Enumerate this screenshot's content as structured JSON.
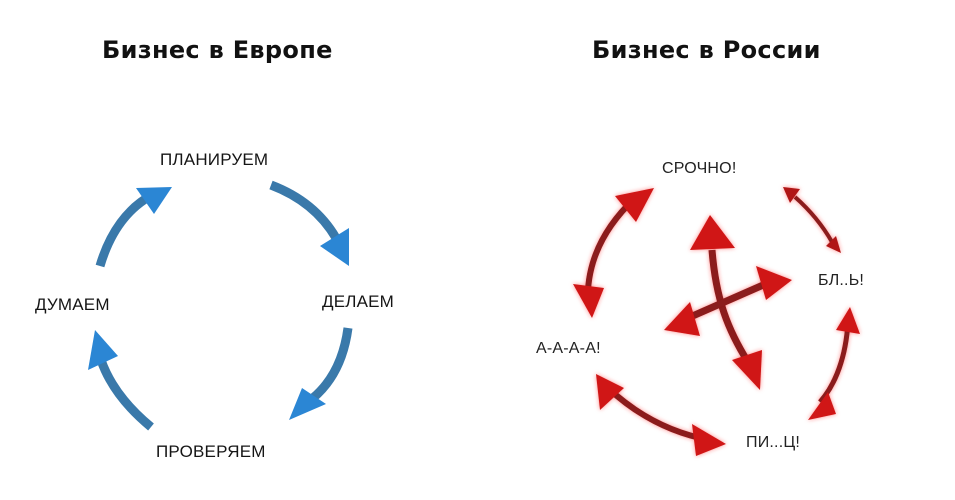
{
  "europe": {
    "title": "Бизнес в Европе",
    "color": "#3a7fb5",
    "head_color": "#2b86d4",
    "cycle": [
      "ПЛАНИРУЕМ",
      "ДЕЛАЕМ",
      "ПРОВЕРЯЕМ",
      "ДУМАЕМ"
    ],
    "labels": {
      "plan": "ПЛАНИРУЕМ",
      "do": "ДЕЛАЕМ",
      "check": "ПРОВЕРЯЕМ",
      "think": "ДУМАЕМ"
    }
  },
  "russia": {
    "title": "Бизнес в России",
    "color": "#8b1a1a",
    "head_color": "#d01818",
    "labels": {
      "urgent": "СРОЧНО!",
      "curse1": "БЛ..Ь!",
      "curse2": "ПИ...Ц!",
      "scream": "А-А-А-А!"
    }
  }
}
